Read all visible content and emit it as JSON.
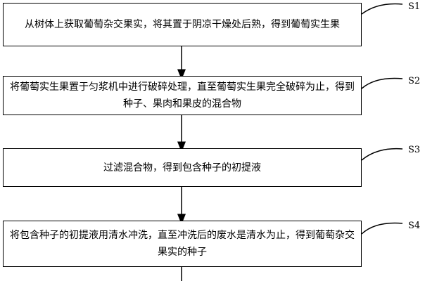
{
  "steps": [
    {
      "id": "S1",
      "text": "从树体上获取葡萄杂交果实，将其置于阴凉干燥处后熟，得到葡萄实生果"
    },
    {
      "id": "S2",
      "text": "将葡萄实生果置于匀浆机中进行破碎处理，直至葡萄实生果完全破碎为止，得到种子、果肉和果皮的混合物"
    },
    {
      "id": "S3",
      "text": "过滤混合物，得到包含种子的初提液"
    },
    {
      "id": "S4",
      "text": "将包含种子的初提液用清水冲洗，直至冲洗后的废水是清水为止，得到葡萄杂交果实的种子"
    }
  ],
  "colors": {
    "line": "#000000",
    "background": "#ffffff"
  }
}
